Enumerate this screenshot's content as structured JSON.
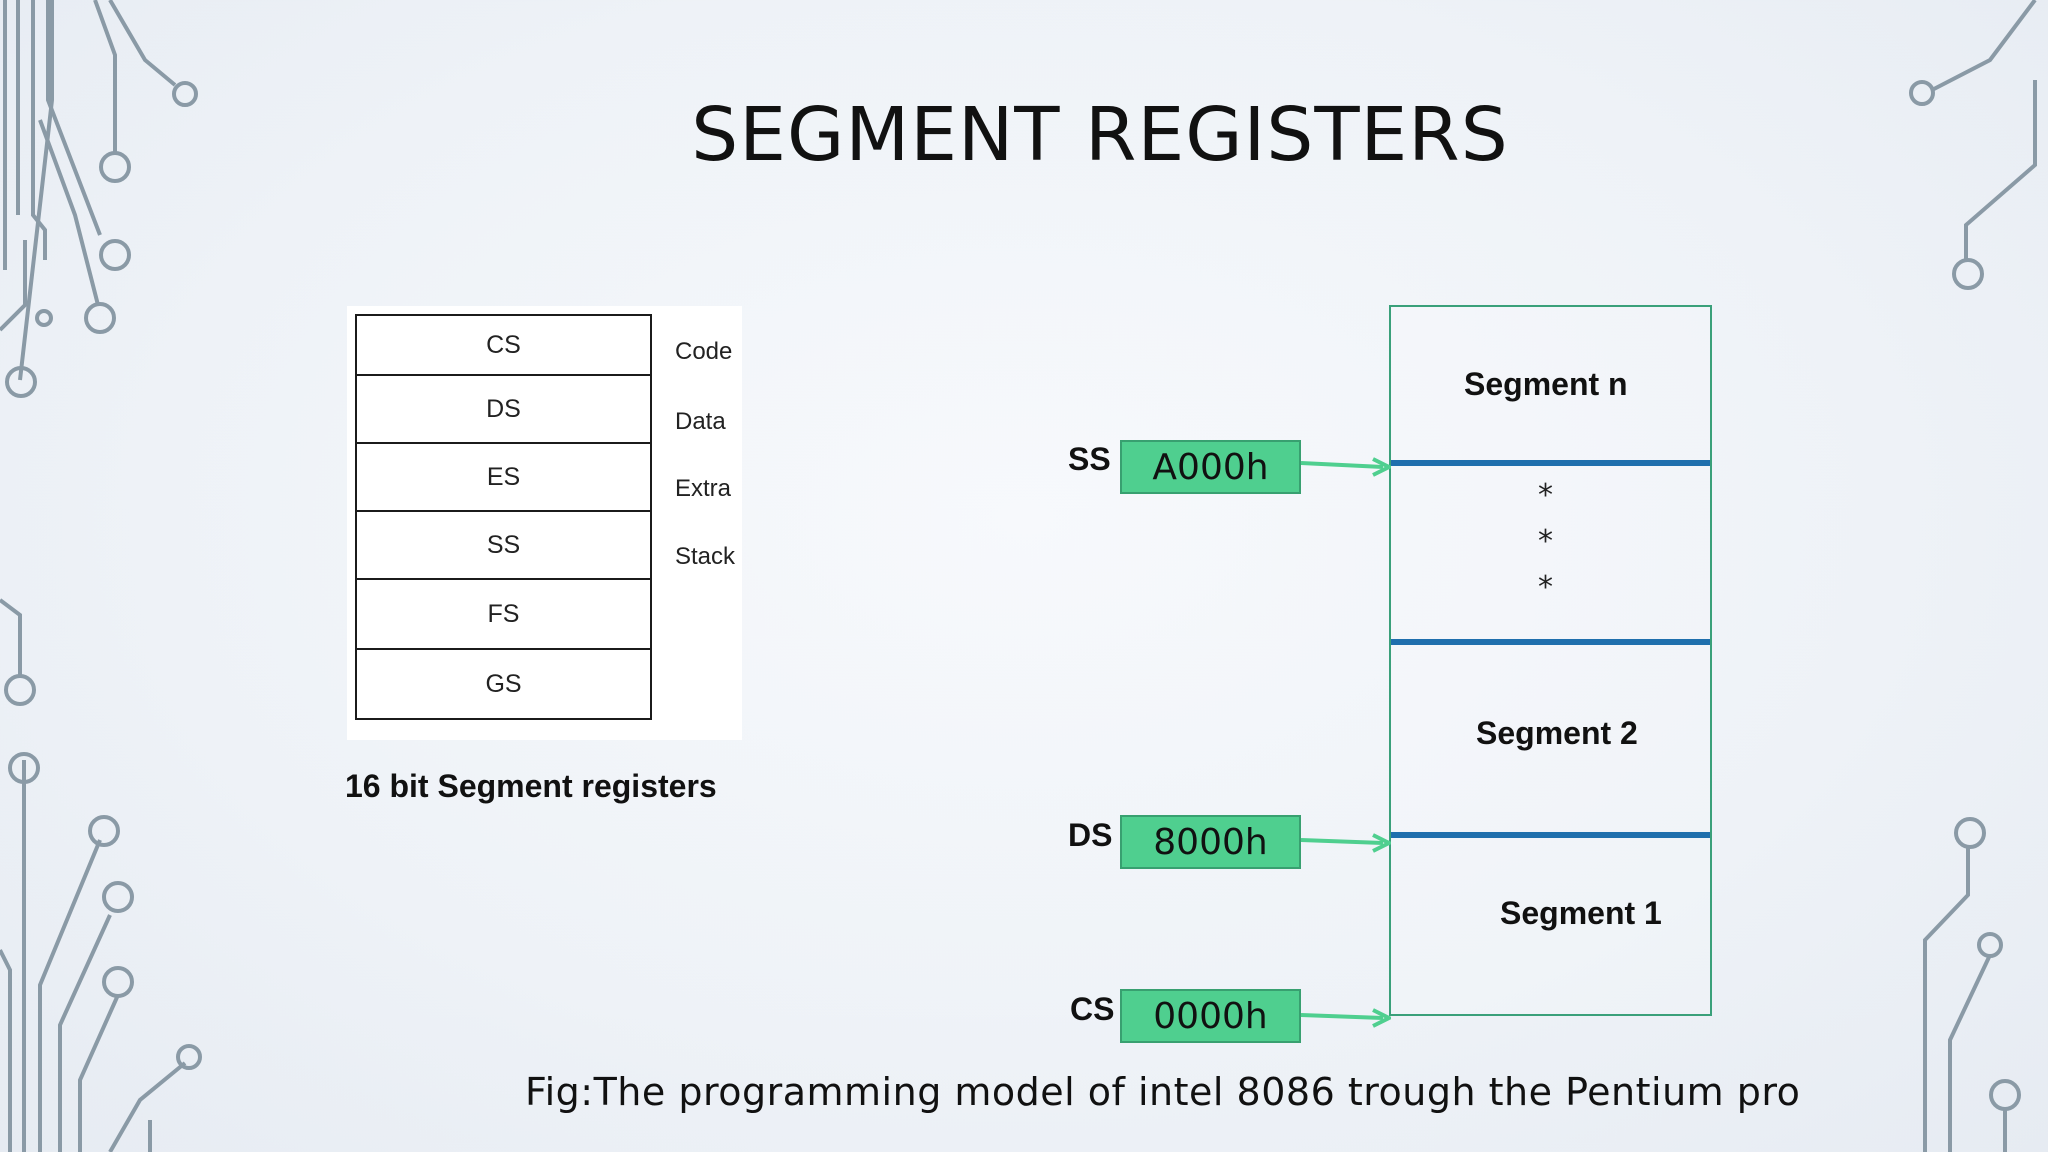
{
  "slide": {
    "title": "SEGMENT REGISTERS"
  },
  "registers": [
    {
      "name": "CS",
      "desc": "Code"
    },
    {
      "name": "DS",
      "desc": "Data"
    },
    {
      "name": "ES",
      "desc": "Extra"
    },
    {
      "name": "SS",
      "desc": "Stack"
    },
    {
      "name": "FS",
      "desc": ""
    },
    {
      "name": "GS",
      "desc": ""
    }
  ],
  "register_caption": "16 bit Segment registers",
  "memory": {
    "segments": [
      "Segment n",
      "Segment 2",
      "Segment 1"
    ],
    "ellipsis": [
      "*",
      "*",
      "*"
    ],
    "pointers": [
      {
        "register": "SS",
        "value": "A000h"
      },
      {
        "register": "DS",
        "value": "8000h"
      },
      {
        "register": "CS",
        "value": "0000h"
      }
    ]
  },
  "figure_caption": "Fig:The programming model of intel 8086 trough the Pentium pro",
  "colors": {
    "arrow": "#4fcf8f",
    "divider": "#1f6fad",
    "box_fill": "#4fcf8f",
    "border": "#3aa07a"
  }
}
